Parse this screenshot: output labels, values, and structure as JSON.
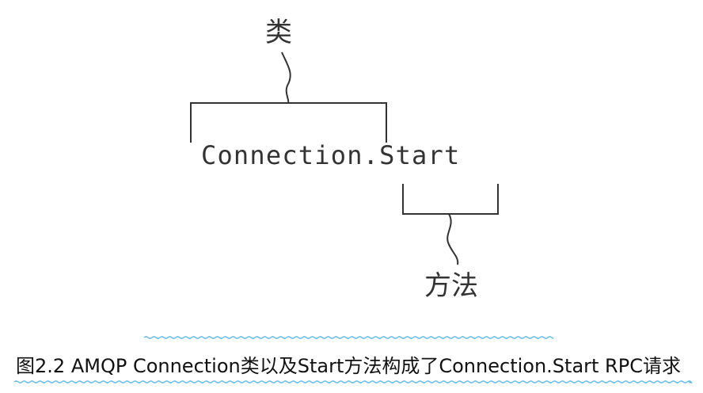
{
  "diagram": {
    "class_label": "类",
    "expression": {
      "class_part": "Connection",
      "separator": ".",
      "method_part": "Start"
    },
    "method_label": "方法"
  },
  "caption": {
    "text": "图2.2 AMQP Connection类以及Start方法构成了Connection.Start RPC请求"
  },
  "colors": {
    "diagram_ink": "#333333",
    "caption_ink": "#111111",
    "wavy_rule": "#61b9e8"
  }
}
